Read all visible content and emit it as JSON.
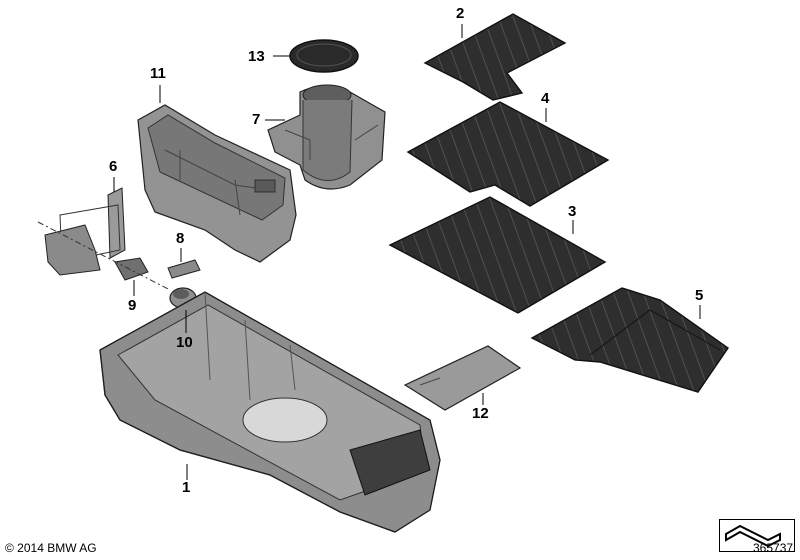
{
  "callouts": {
    "p1": "1",
    "p2": "2",
    "p3": "3",
    "p4": "4",
    "p5": "5",
    "p6": "6",
    "p7": "7",
    "p8": "8",
    "p9": "9",
    "p10": "10",
    "p11": "11",
    "p12": "12",
    "p13": "13"
  },
  "footer": {
    "copyright": "© 2014 BMW AG",
    "diagram_number": "365737"
  },
  "colors": {
    "mat": "#2b2b2b",
    "mat_rib": "#555555",
    "console": "#8f8f8f",
    "console_dark": "#6e6e6e",
    "console_light": "#b3b3b3",
    "outline": "#1a1a1a"
  }
}
